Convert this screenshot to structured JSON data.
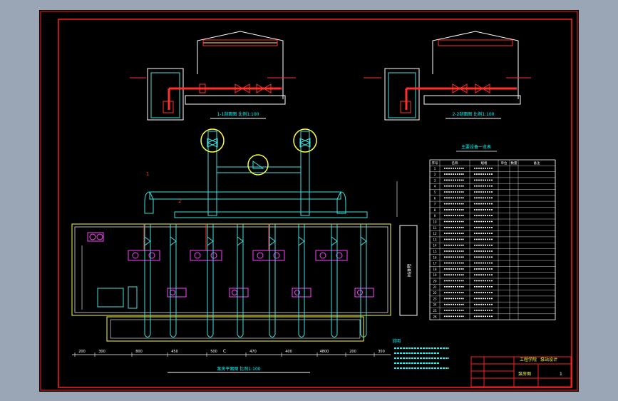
{
  "drawing": {
    "bg_color": "#000000",
    "frame_color": "#ff2020",
    "pipe_color": "#40e0e0",
    "accent_color": "#ff3030",
    "text_color": "#00ffff",
    "highlight_color": "#ffff40",
    "component_color": "#ff40ff",
    "section_left_caption": "1-1剖面图  比例1:100",
    "section_right_caption": "2-2剖面图  比例1:100",
    "plan_caption": "泵房平面图  比例1:100",
    "table_title": "主要设备一览表",
    "table_headers": [
      "序号",
      "名称",
      "规格",
      "单位",
      "数量",
      "备注"
    ],
    "table_rows": 26,
    "dimensions": [
      "200",
      "300",
      "800",
      "450",
      "500",
      "470",
      "400",
      "4800",
      "200",
      "300"
    ],
    "plan_marker_left": "1",
    "plan_marker_right": "2",
    "label_c": "C",
    "side_label": "配电室",
    "notes_title": "说明",
    "notes_lines": 5,
    "pump_count": 4,
    "icons": [
      "valve-icon",
      "pump-icon",
      "motor-icon",
      "circle-highlight-icon"
    ],
    "title_block": {
      "school": "工程学院",
      "project": "泵站设计",
      "drawing_name": "泵房图",
      "sheet_no": "1"
    }
  }
}
